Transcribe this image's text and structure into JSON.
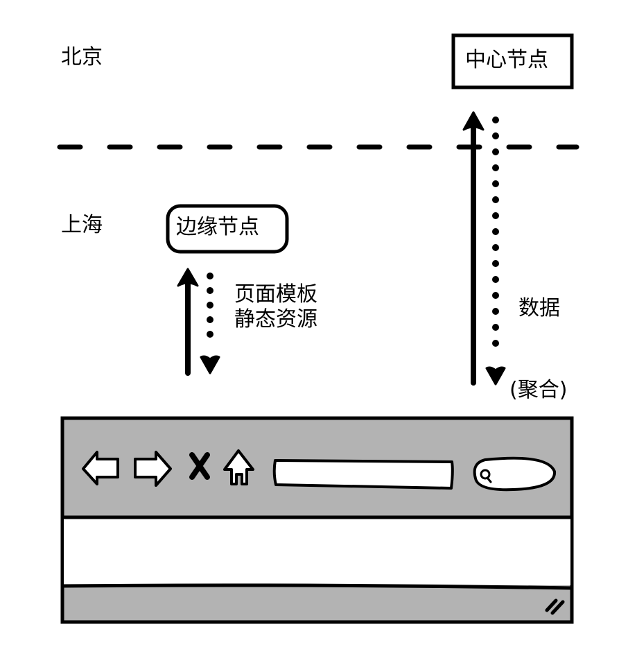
{
  "regions": {
    "beijing": "北京",
    "shanghai": "上海"
  },
  "nodes": {
    "central": "中心节点",
    "edge": "边缘节点"
  },
  "flows": {
    "edge_label_line1": "页面模板",
    "edge_label_line2": "静态资源",
    "central_label": "数据",
    "central_note": "(聚合)"
  },
  "browser": {
    "toolbar_icons": [
      "back-arrow-icon",
      "forward-arrow-icon",
      "stop-icon",
      "home-icon",
      "search-icon"
    ],
    "address_value": "",
    "search_value": ""
  },
  "colors": {
    "ink": "#000000",
    "toolbar_gray": "#b3b3b3",
    "paper": "#ffffff"
  }
}
